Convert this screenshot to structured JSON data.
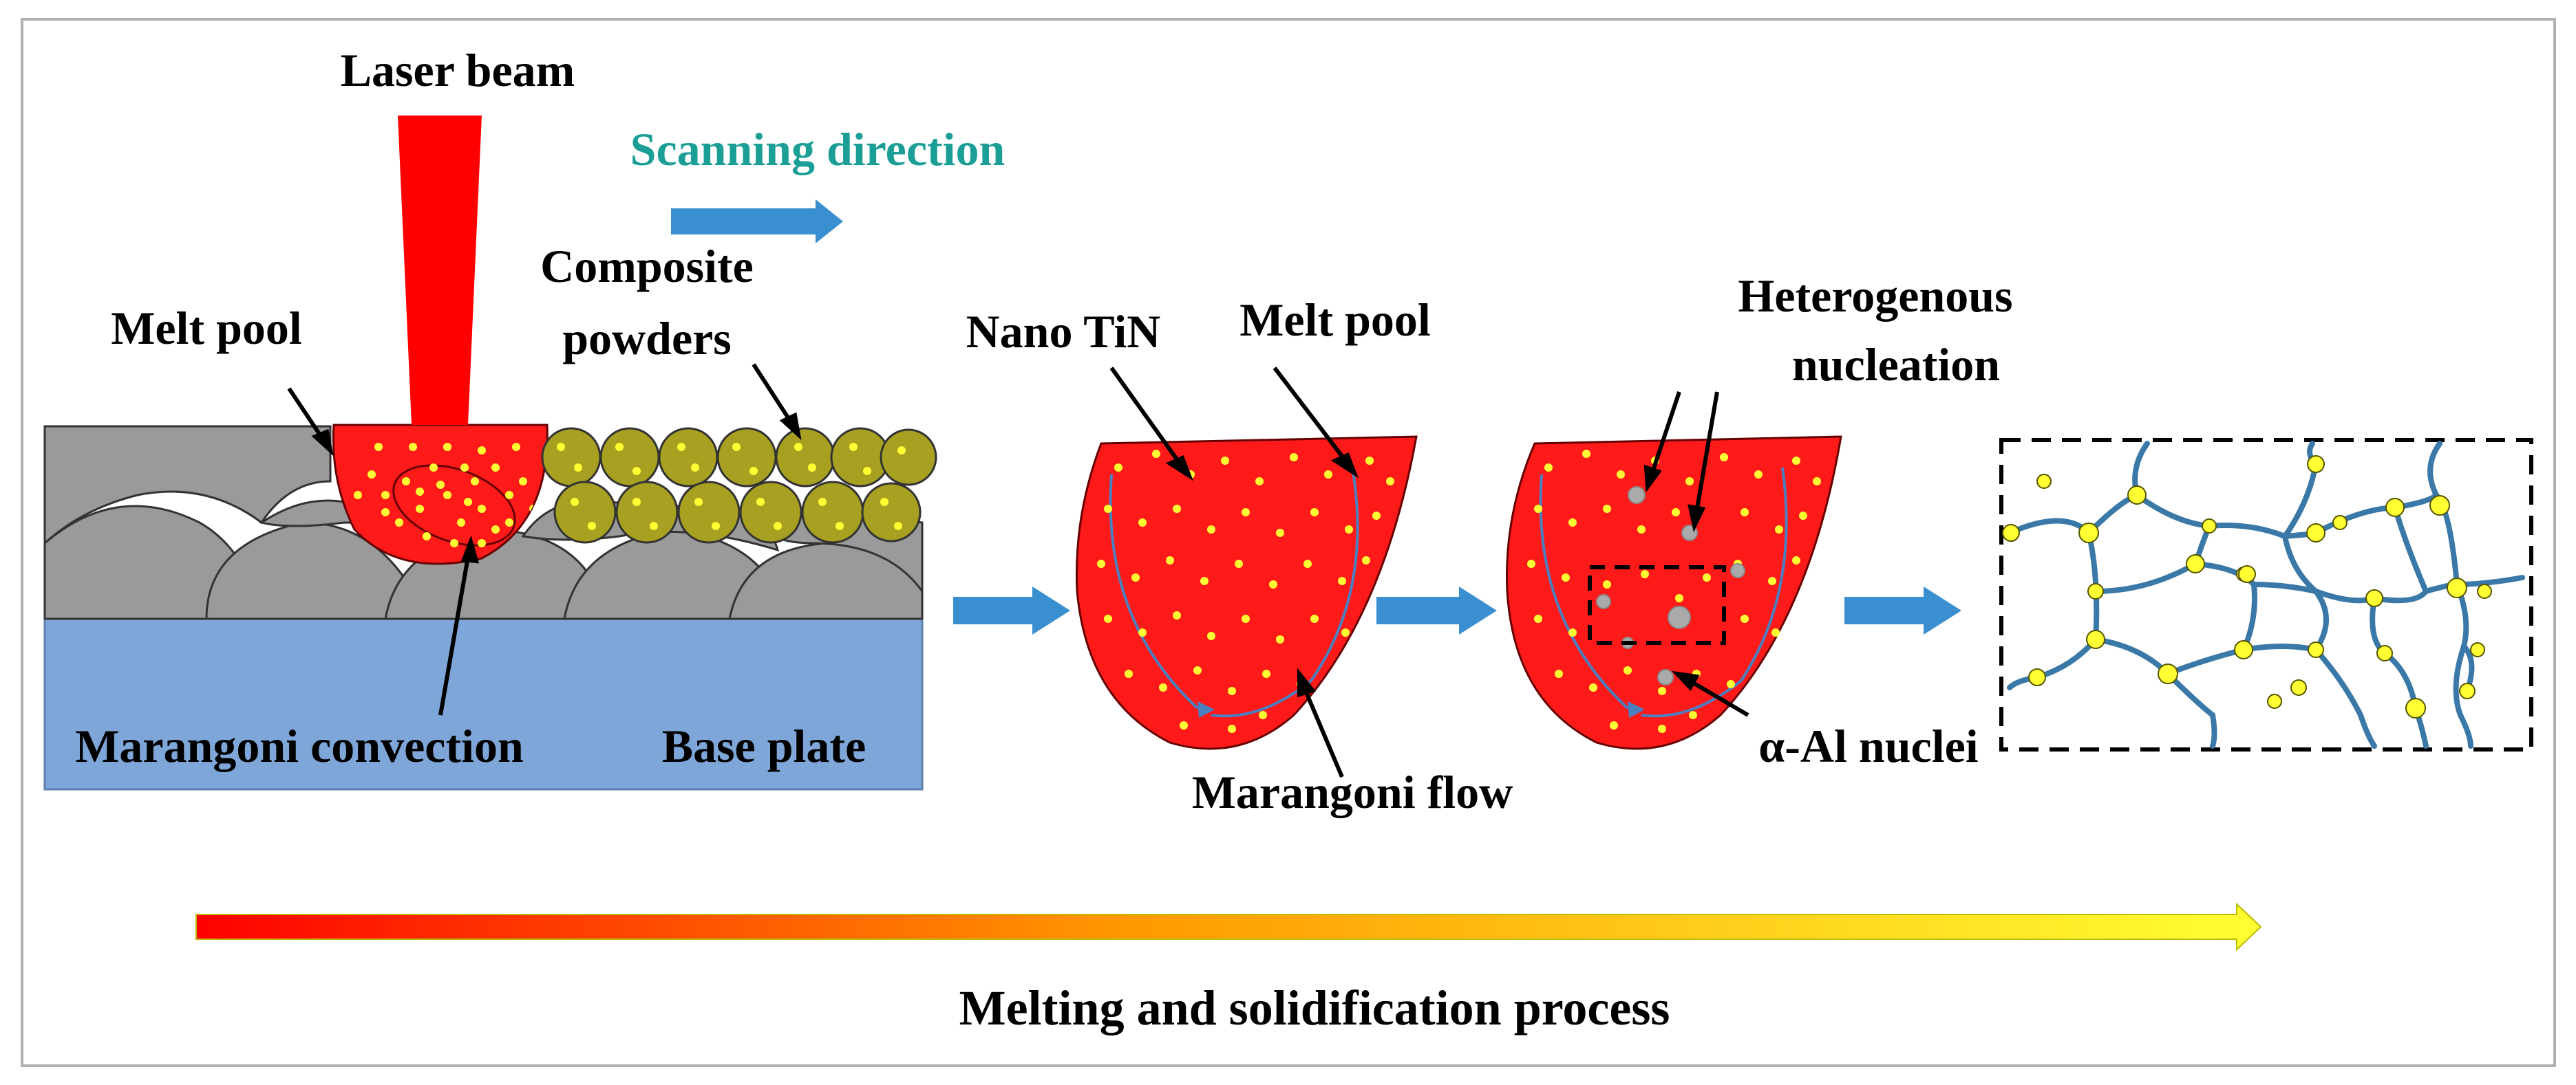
{
  "labels": {
    "laser_beam": "Laser beam",
    "scanning_direction": "Scanning direction",
    "melt_pool_1": "Melt pool",
    "composite_powders_line1": "Composite",
    "composite_powders_line2": "powders",
    "marangoni_convection": "Marangoni convection",
    "base_plate": "Base plate",
    "nano_tin": "Nano TiN",
    "melt_pool_2": "Melt pool",
    "marangoni_flow": "Marangoni flow",
    "heterogenous_line1": "Heterogenous",
    "heterogenous_line2": "nucleation",
    "alpha_al_nuclei": "α-Al nuclei",
    "process": "Melting and solidification process"
  },
  "colors": {
    "laser": "#ff0000",
    "melt_pool": "#ff1a1a",
    "particle": "#ffff33",
    "track_gray": "#9a9a9a",
    "base_plate": "#7ea6d8",
    "powder": "#a8a020",
    "arrow_blue": "#3a8fd0",
    "grain_boundary": "#3a78a8",
    "teal_text": "#1a9e96",
    "gradient_start": "#ff0000",
    "gradient_end": "#ffff33"
  }
}
